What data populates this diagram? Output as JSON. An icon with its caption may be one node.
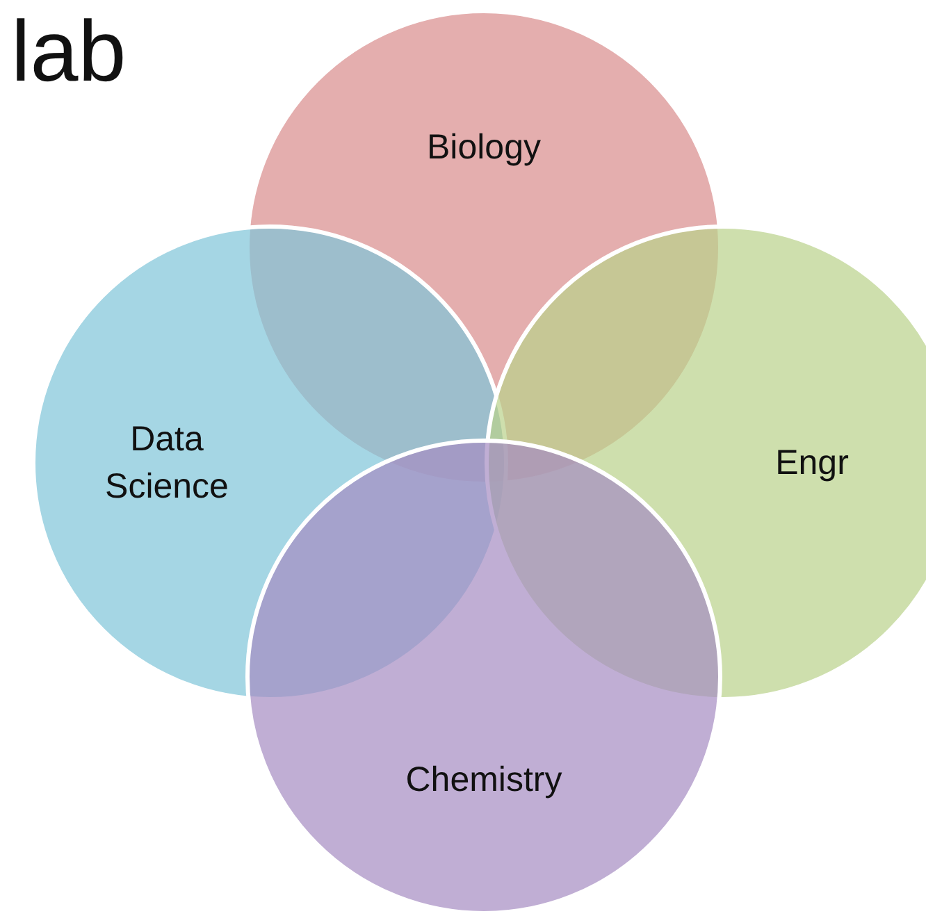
{
  "diagram": {
    "title": "lab",
    "nodes": [
      {
        "text": [
          "Biology"
        ]
      },
      {
        "text": [
          "Data Science"
        ]
      },
      {
        "text": [
          "Engr"
        ]
      },
      {
        "text": [
          "Chemistry"
        ]
      }
    ]
  }
}
